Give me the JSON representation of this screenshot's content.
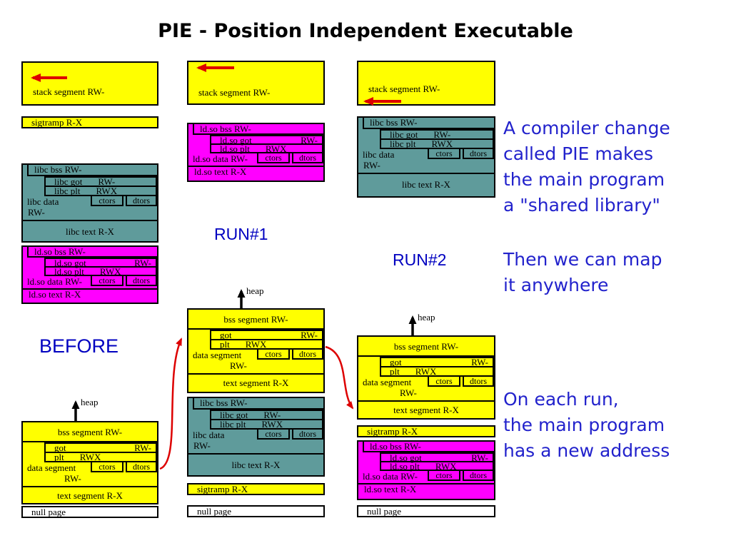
{
  "title": "PIE - Position Independent Executable",
  "labels": {
    "before": "BEFORE",
    "run1": "RUN#1",
    "run2": "RUN#2",
    "heap": "heap"
  },
  "notes": {
    "note1": [
      "A compiler change",
      "called PIE makes",
      "the main program",
      "a \"shared library\""
    ],
    "note2": [
      "Then we can map",
      "it anywhere"
    ],
    "note3": [
      "On each run,",
      "the main program",
      "has a new address"
    ]
  },
  "segments": {
    "stack": {
      "label": "stack segment RW-"
    },
    "sigtramp": {
      "label": "sigtramp R-X"
    },
    "nullpage": {
      "label": "null page"
    },
    "libc": {
      "bss": "libc bss RW-",
      "got": "libc got",
      "got_perm": "RW-",
      "plt": "libc plt",
      "plt_perm": "RWX",
      "data": "libc data",
      "data_perm": "RW-",
      "ctors": "ctors",
      "dtors": "dtors",
      "text": "libc text R-X"
    },
    "ldso": {
      "bss": "ld.so bss RW-",
      "got": "ld.so got",
      "got_perm": "RW-",
      "plt": "ld.so plt",
      "plt_perm": "RWX",
      "data": "ld.so data RW-",
      "ctors": "ctors",
      "dtors": "dtors",
      "text": "ld.so text R-X"
    },
    "prog": {
      "bss": "bss segment RW-",
      "got": "got",
      "got_perm": "RW-",
      "plt": "plt",
      "plt_perm": "RWX",
      "data": "data segment",
      "data_perm": "RW-",
      "ctors": "ctors",
      "dtors": "dtors",
      "text": "text segment R-X"
    }
  },
  "colors": {
    "segment_yellow": "#ffff00",
    "segment_magenta": "#ff00ff",
    "segment_teal": "#5f9b9b",
    "arrow_red": "#dd0000",
    "note_blue": "#2222cc",
    "label_blue": "#0000c0"
  }
}
